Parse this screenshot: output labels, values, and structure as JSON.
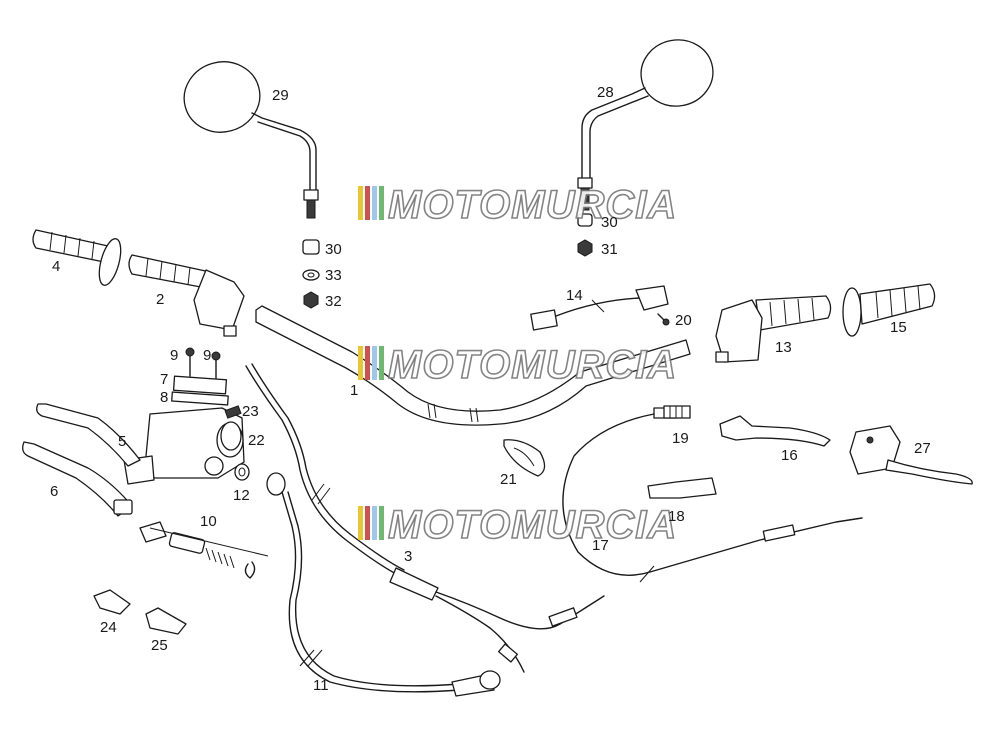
{
  "diagram": {
    "callouts": [
      "1",
      "2",
      "3",
      "4",
      "5",
      "6",
      "7",
      "8",
      "9",
      "9",
      "10",
      "11",
      "12",
      "13",
      "14",
      "15",
      "16",
      "17",
      "18",
      "19",
      "20",
      "21",
      "22",
      "23",
      "24",
      "25",
      "27",
      "28",
      "29",
      "30",
      "30",
      "31",
      "32",
      "33"
    ],
    "watermark_text": "MOTOMURCIA",
    "watermark_colors": [
      "#e8c830",
      "#d05050",
      "#9fc8e8",
      "#6fb86f"
    ]
  }
}
